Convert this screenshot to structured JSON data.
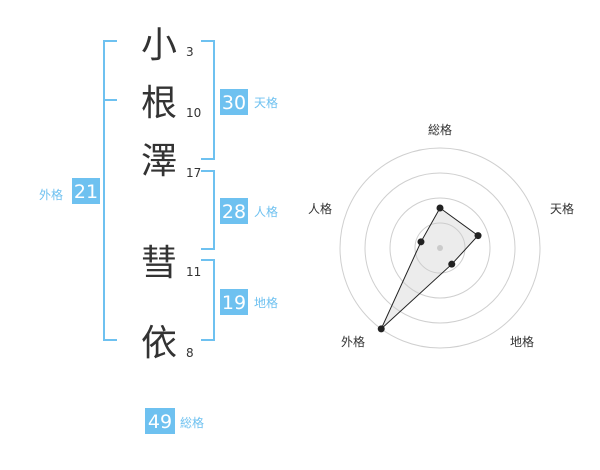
{
  "colors": {
    "accent": "#6ec1f0",
    "text": "#333333",
    "label": "#6ec1f0",
    "grid": "#cfcfcf",
    "fill": "#eeeeee"
  },
  "name_chars": [
    {
      "char": "小",
      "strokes": "3"
    },
    {
      "char": "根",
      "strokes": "10"
    },
    {
      "char": "澤",
      "strokes": "17"
    },
    {
      "char": "彗",
      "strokes": "11"
    },
    {
      "char": "依",
      "strokes": "8"
    }
  ],
  "fortunes": {
    "tenkaku": {
      "value": "30",
      "label": "天格"
    },
    "jinkaku": {
      "value": "28",
      "label": "人格"
    },
    "chikaku": {
      "value": "19",
      "label": "地格"
    },
    "gaikaku": {
      "value": "21",
      "label": "外格"
    },
    "soukaku": {
      "value": "49",
      "label": "総格"
    }
  },
  "chart_data": {
    "type": "radar",
    "axes": [
      "総格",
      "天格",
      "地格",
      "外格",
      "人格"
    ],
    "values": [
      0.4,
      0.4,
      0.2,
      1.0,
      0.2
    ],
    "rings": 4,
    "max": 1
  }
}
